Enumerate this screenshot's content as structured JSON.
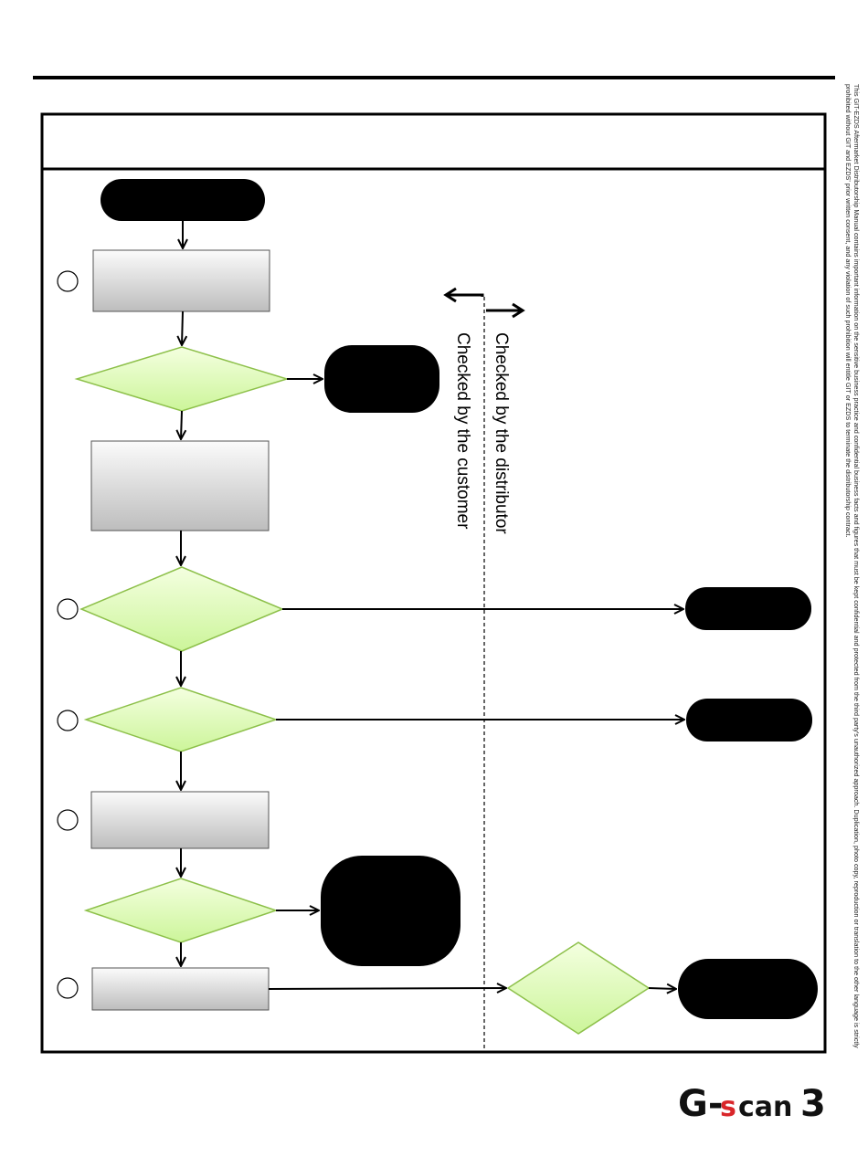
{
  "zones": {
    "distributor_label": "Checked by the distributor",
    "customer_label": "Checked by the customer"
  },
  "side_note": "This GIT-EZDS Aftermarket Distributorship Manual contains important information on the sensitive business practice and confidential business facts and figures that must be kept confidential and protected from the third party's unauthorized approach. Duplication, photo copy, reproduction or translation to the other language is strictly prohibited without GIT and EZDS' prior written consent, and any violation of such prohibition will entitle GIT or EZDS to terminate the distributorship contract.",
  "logo": {
    "text_left": "G-",
    "text_accent": "s",
    "text_right": "can",
    "text_num": "3",
    "accent_color": "#d9262a"
  },
  "colors": {
    "decision_fill_top": "#f4ffe0",
    "decision_fill_bottom": "#ccf59a",
    "decision_stroke": "#8dc04a",
    "process_fill_top": "#fbfbfb",
    "process_fill_bottom": "#bdbdbd",
    "terminal_fill": "#000000"
  }
}
